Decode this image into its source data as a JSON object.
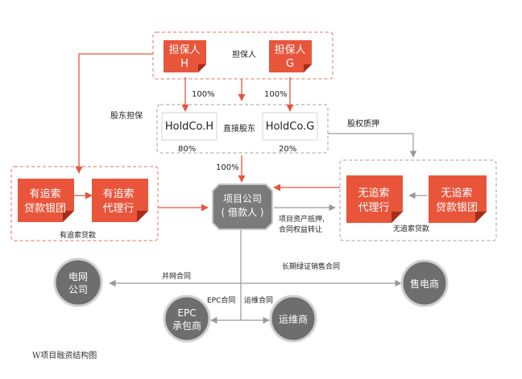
{
  "guarantors": {
    "h": [
      "担保人",
      "H"
    ],
    "g": [
      "担保人",
      "G"
    ],
    "group_label": "担保人"
  },
  "holdco": {
    "h": "HoldCo.H",
    "g": "HoldCo.G",
    "h_share": "80%",
    "g_share": "20%",
    "direct_label": "直接股东"
  },
  "edges": {
    "guar_h_pct": "100%",
    "guar_g_pct": "100%",
    "to_project_pct": "100%",
    "shareholder_guarantee": "股东担保",
    "equity_pledge": "股权质押",
    "asset_pledge": [
      "项目资产抵押,",
      "合同权益转让"
    ],
    "grid_contract": "并网合同",
    "ppa_contract": "长期绿证销售合同",
    "epc_contract": "EPC合同",
    "om_contract": "运维合同"
  },
  "left_group": {
    "bank": [
      "有追索",
      "贷款银团"
    ],
    "agent": [
      "有追索",
      "代理行"
    ],
    "label": "有追索贷款"
  },
  "right_group": {
    "agent": [
      "无追索",
      "代理行"
    ],
    "bank": [
      "无追索",
      "贷款银团"
    ],
    "label": "无追索贷款"
  },
  "project_company": [
    "项目公司",
    "( 借款人 )"
  ],
  "parties": {
    "grid": [
      "电网",
      "公司"
    ],
    "seller": [
      "售电商"
    ],
    "epc": [
      "EPC",
      "承包商"
    ],
    "om": [
      "运维商"
    ]
  },
  "caption": "W项目融资结构图",
  "colors": {
    "accent": "#e8553b",
    "dark_fold": "#a82c1a",
    "dash": "#e07060",
    "gray_circle": "#6e6e6e",
    "gray_dash": "#a0a0a0",
    "line": "#999999"
  }
}
